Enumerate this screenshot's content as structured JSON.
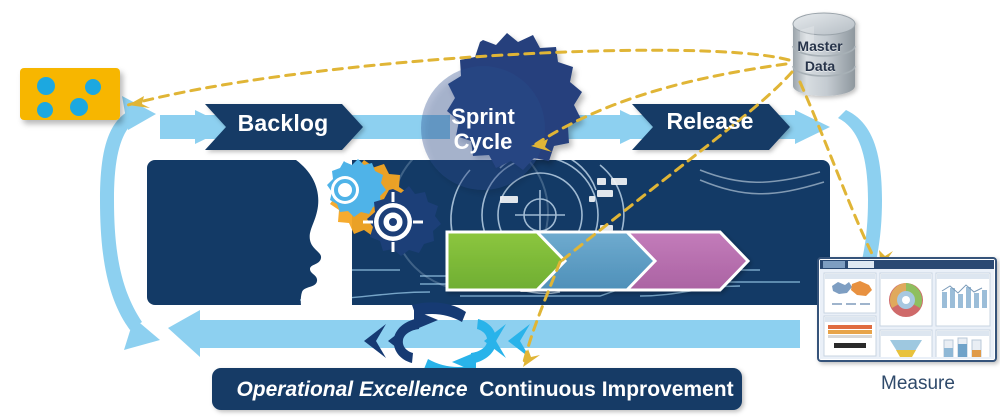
{
  "diagram": {
    "title_elements": {
      "backlog": "Backlog",
      "sprint_cycle_line1": "Sprint",
      "sprint_cycle_line2": "Cycle",
      "release": "Release",
      "master_data_line1": "Master",
      "master_data_line2": "Data",
      "measure": "Measure",
      "banner_italic": "Operational Excellence",
      "banner_regular": "Continuous Improvement"
    },
    "colors": {
      "navy": "#133a66",
      "navy_deep": "#0f2f55",
      "gear_navy": "#26417d",
      "light_blue": "#8dd0f0",
      "pale_blue": "#a9dcf5",
      "amber": "#f5b008",
      "cyan_dot": "#18a8e0",
      "dash_gold": "#e3b83a",
      "chevron_green": "#7ac143",
      "chevron_blue": "#5b9dc4",
      "chevron_purple": "#b濃"
    },
    "pipeline_chevrons": [
      {
        "name": "stage-1",
        "color": "#7ac143"
      },
      {
        "name": "stage-2",
        "color": "#5b9dc4"
      },
      {
        "name": "stage-3",
        "color": "#bd71b4"
      }
    ],
    "icons": {
      "kanban_card": "kanban-card-icon",
      "database": "database-cylinder-icon",
      "head_profile": "head-profile-icon",
      "gears": "gears-icon",
      "recycle": "recycle-arrows-icon",
      "dashboard": "dashboard-window-icon"
    },
    "dashboard_tiles": [
      {
        "name": "world-map-tile"
      },
      {
        "name": "donut-chart-tile"
      },
      {
        "name": "column-chart-tile"
      },
      {
        "name": "heatmap-tile"
      },
      {
        "name": "funnel-chart-tile"
      },
      {
        "name": "gauge-bars-tile"
      }
    ]
  }
}
